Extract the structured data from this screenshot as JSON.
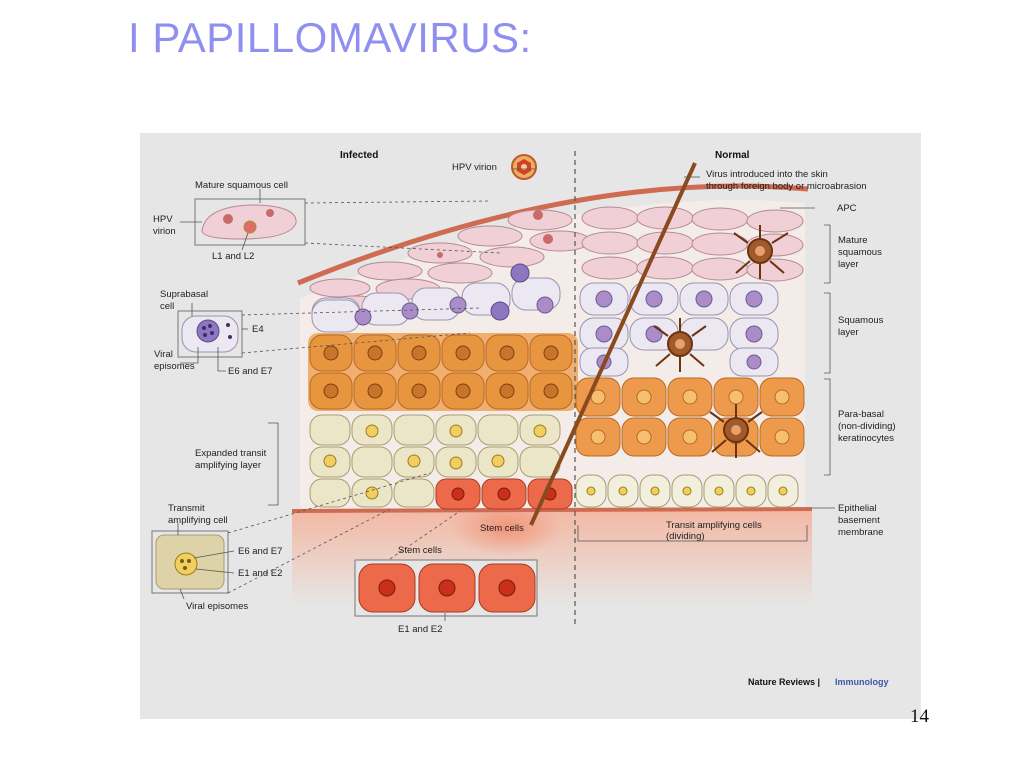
{
  "slide": {
    "title": "I PAPILLOMAVIRUS:",
    "page_number": "14"
  },
  "figure": {
    "header_infected": "Infected",
    "header_normal": "Normal",
    "hpv_virion_top": "HPV virion",
    "virus_introduced_1": "Virus introduced into the skin",
    "virus_introduced_2": "through foreign body or microabrasion",
    "apc": "APC",
    "mature_squamous_cell": "Mature squamous cell",
    "hpv_1": "HPV",
    "hpv_2": "virion",
    "l1_l2": "L1 and L2",
    "suprabasal_1": "Suprabasal",
    "suprabasal_2": "cell",
    "e4": "E4",
    "viral_episomes_1": "Viral",
    "viral_episomes_2": "episomes",
    "e6_e7_a": "E6 and E7",
    "expanded_1": "Expanded transit",
    "expanded_2": "amplifying layer",
    "transmit_1": "Transmit",
    "transmit_2": "amplifying cell",
    "e6_e7_b": "E6 and E7",
    "e1_e2_a": "E1 and E2",
    "viral_episomes_b": "Viral episomes",
    "stem_cells_a": "Stem cells",
    "stem_cells_b": "Stem cells",
    "e1_e2_b": "E1 and E2",
    "transit_dividing_1": "Transit amplifying cells",
    "transit_dividing_2": "(dividing)",
    "mature_layer_1": "Mature",
    "mature_layer_2": "squamous",
    "mature_layer_3": "layer",
    "squamous_layer_1": "Squamous",
    "squamous_layer_2": "layer",
    "parabasal_1": "Para-basal",
    "parabasal_2": "(non-dividing)",
    "parabasal_3": "keratinocytes",
    "epithelial_1": "Epithelial",
    "epithelial_2": "basement",
    "epithelial_3": "membrane",
    "source_journal": "Nature Reviews |",
    "source_section": "Immunology"
  }
}
